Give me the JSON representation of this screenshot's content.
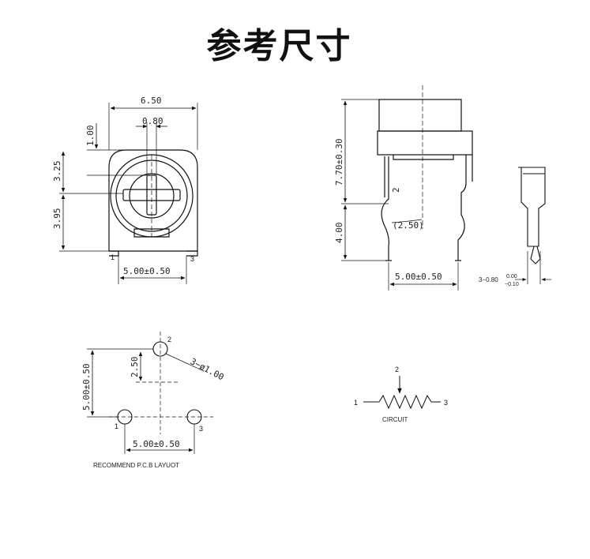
{
  "title": "参考尺寸",
  "front_view": {
    "width": "6.50",
    "slot": "0.80",
    "offset_top": "1.00",
    "upper_height": "3.25",
    "lower_height": "3.95",
    "pin_spacing": "5.00±0.50",
    "pin_left": "1",
    "pin_right": "3"
  },
  "side_view": {
    "body_height": "7.70±0.30",
    "lead_length": "4.00",
    "pin_label": "2",
    "bend": "(2.50)",
    "pin_spacing": "5.00±0.50"
  },
  "end_view": {
    "lead_width_prefix": "3−0.80",
    "tol_upper": "0.00",
    "tol_lower": "−0.10"
  },
  "pcb_layout": {
    "pin_top": "2",
    "pin_left": "1",
    "pin_right": "3",
    "vertical": "5.00±0.50",
    "offset": "2.50",
    "hole": "3−ø1.00",
    "spacing": "5.00±0.50",
    "caption": "RECOMMEND P.C.B LAYUOT"
  },
  "circuit": {
    "pin_wiper": "2",
    "pin_left": "1",
    "pin_right": "3",
    "caption": "CIRCUIT"
  }
}
